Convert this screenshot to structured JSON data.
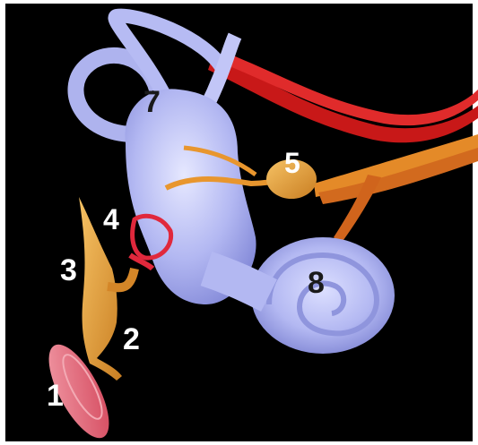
{
  "diagram": {
    "labels": {
      "l1": "1",
      "l2": "2",
      "l3": "3",
      "l4": "4",
      "l5": "5",
      "l7": "7",
      "l8": "8"
    },
    "colors": {
      "background": "#000000",
      "labyrinth": "#b3b8f2",
      "labyrinth_shadow": "#7f85d6",
      "artery": "#d01e1e",
      "nerve": "#e6902c",
      "ossicle": "#e9a23a",
      "eardrum": "#e8606f",
      "stapes": "#e0283c"
    }
  }
}
